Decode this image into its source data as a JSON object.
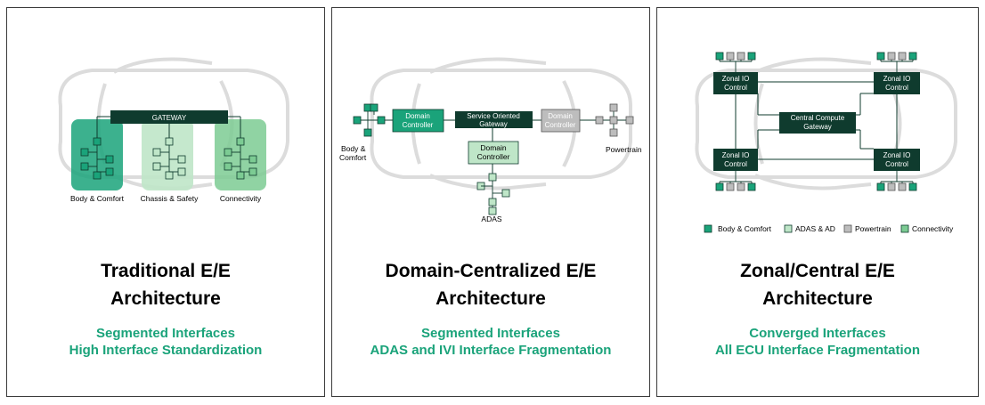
{
  "colors": {
    "dark": "#0f3b2e",
    "body_green": "#1aa37a",
    "light_green": "#a8dcb8",
    "gray": "#bdbdbd",
    "accent_text": "#1aa37a"
  },
  "panels": [
    {
      "title_line1": "Traditional E/E",
      "title_line2": "Architecture",
      "sub_line1": "Segmented Interfaces",
      "sub_line2": "High Interface Standardization",
      "gateway": "GATEWAY",
      "zones": [
        "Body & Comfort",
        "Chassis & Safety",
        "Connectivity"
      ]
    },
    {
      "title_line1": "Domain-Centralized E/E",
      "title_line2": "Architecture",
      "sub_line1": "Segmented Interfaces",
      "sub_line2": "ADAS and IVI Interface Fragmentation",
      "left_ctrl": [
        "Domain",
        "Controller"
      ],
      "gateway": [
        "Service Oriented",
        "Gateway"
      ],
      "right_ctrl": [
        "Domain",
        "Controller"
      ],
      "bottom_ctrl": [
        "Domain",
        "Controller"
      ],
      "label_body": [
        "Body &",
        "Comfort"
      ],
      "label_power": "Powertrain",
      "label_adas": "ADAS"
    },
    {
      "title_line1": "Zonal/Central E/E",
      "title_line2": "Architecture",
      "sub_line1": "Converged Interfaces",
      "sub_line2": "All ECU Interface Fragmentation",
      "zonal": [
        "Zonal IO",
        "Control"
      ],
      "central": [
        "Central Compute",
        "Gateway"
      ],
      "legend": [
        "Body & Comfort",
        "ADAS & AD",
        "Powertrain",
        "Connectivity"
      ]
    }
  ]
}
